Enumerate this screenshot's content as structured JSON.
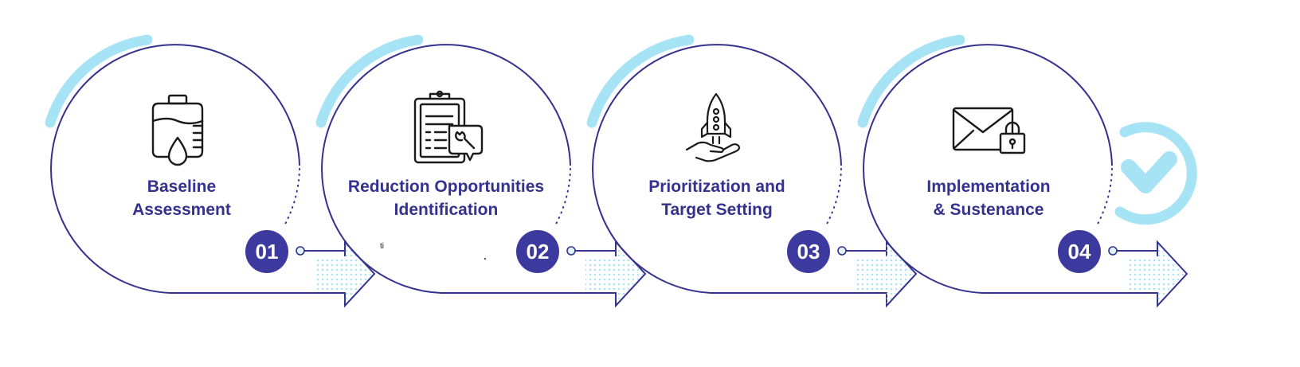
{
  "colors": {
    "primary": "#34318f",
    "badge": "#3d3a9f",
    "accent_light_blue": "#a6e3f5",
    "background": "#ffffff"
  },
  "steps": [
    {
      "number": "01",
      "title_lines": [
        "Baseline",
        "Assessment"
      ],
      "icon": "iv-bag-drop-icon"
    },
    {
      "number": "02",
      "title_lines": [
        "Reduction Opportunities",
        "Identification"
      ],
      "icon": "clipboard-wrench-icon"
    },
    {
      "number": "03",
      "title_lines": [
        "Prioritization and",
        "Target Setting"
      ],
      "icon": "rocket-hand-icon"
    },
    {
      "number": "04",
      "title_lines": [
        "Implementation",
        "& Sustenance"
      ],
      "icon": "envelope-lock-icon"
    }
  ],
  "final_icon": "checkmark-circle-icon",
  "stray_text": "ti"
}
